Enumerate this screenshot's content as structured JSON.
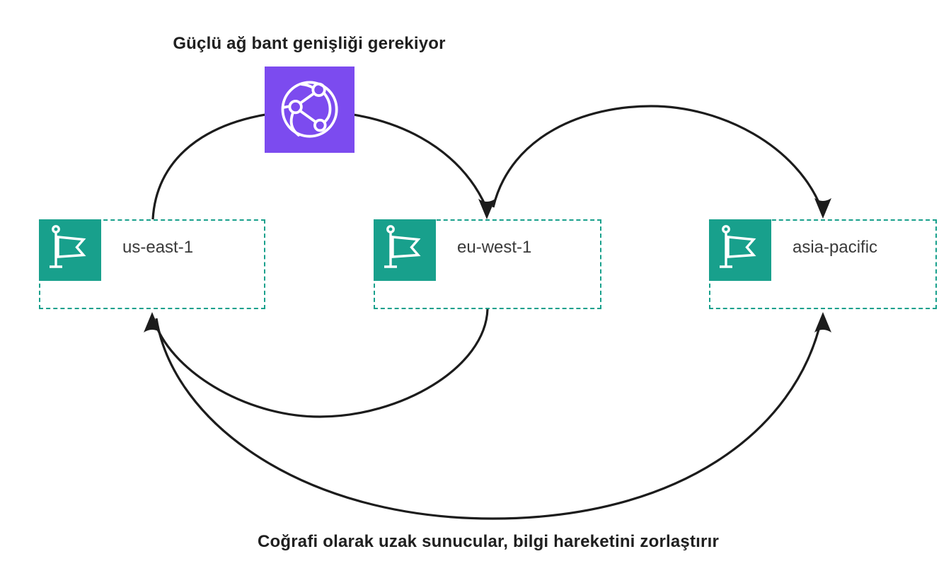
{
  "captions": {
    "top": "Güçlü ağ bant genişliği gerekiyor",
    "bottom": "Coğrafi olarak uzak sunucular, bilgi hareketini zorlaştırır"
  },
  "regions": [
    {
      "label": "us-east-1"
    },
    {
      "label": "eu-west-1"
    },
    {
      "label": "asia-pacific"
    }
  ],
  "icons": {
    "network": "globe-network-icon",
    "region": "flag-icon"
  },
  "colors": {
    "region_accent": "#18A08C",
    "network_icon_bg": "#7C4BEF",
    "edge": "#1C1C1C",
    "text": "#1F1F1F",
    "label_text": "#3A3A3A",
    "background": "#FFFFFF"
  }
}
